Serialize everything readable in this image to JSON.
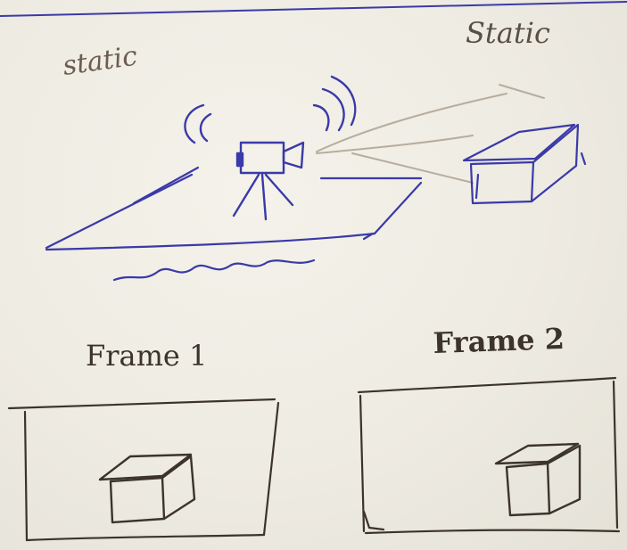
{
  "sketch": {
    "labels": {
      "static_left": "static",
      "static_right": "Static",
      "frame_1": "Frame 1",
      "frame_2": "Frame 2"
    },
    "ink_colors": {
      "blue_pen": "#3a3aa8",
      "dark_pen": "#3b332c",
      "pencil": "#b7ad9e"
    }
  }
}
